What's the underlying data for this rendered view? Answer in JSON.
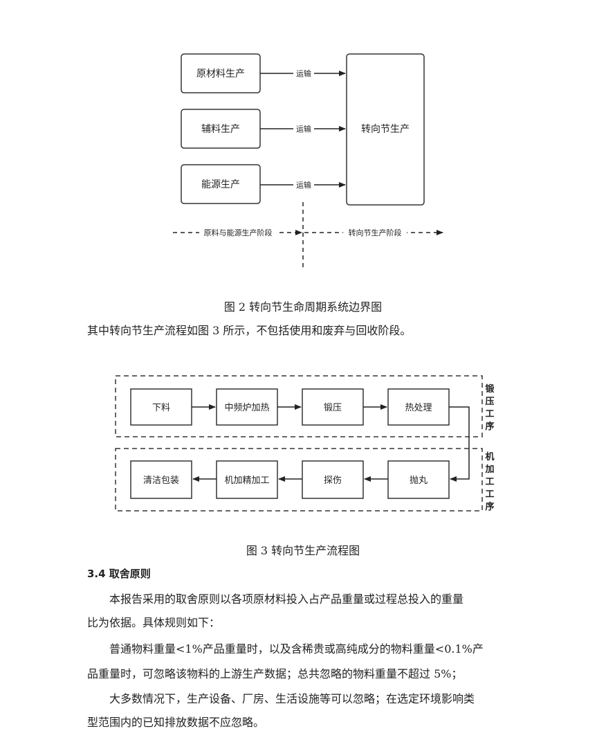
{
  "figure2": {
    "boxes": {
      "raw": "原材料生产",
      "aux": "辅料生产",
      "energy": "能源生产",
      "knuckle": "转向节生产"
    },
    "arrow_label": "运输",
    "stage_left": "原料与能源生产阶段",
    "stage_right": "转向节生产阶段",
    "caption": "图 2 转向节生命周期系统边界图"
  },
  "after_fig2_text": "其中转向节生产流程如图 3 所示，不包括使用和废弃与回收阶段。",
  "figure3": {
    "row1": [
      "下料",
      "中频炉加热",
      "锻压",
      "热处理"
    ],
    "row2": [
      "清洁包装",
      "机加精加工",
      "探伤",
      "抛丸"
    ],
    "group1": "锻压工序",
    "group2": "机加工工序",
    "caption": "图 3 转向节生产流程图"
  },
  "section": {
    "heading": "3.4 取舍原则",
    "p1_l1": "本报告采用的取舍原则以各项原材料投入占产品重量或过程总投入的重量",
    "p1_l2": "比为依据。具体规则如下：",
    "p2_l1": "普通物料重量<1%产品重量时，以及含稀贵或高纯成分的物料重量<0.1%产",
    "p2_l2": "品重量时，可忽略该物料的上游生产数据；总共忽略的物料重量不超过 5%；",
    "p3_l1": "大多数情况下，生产设备、厂房、生活设施等可以忽略；在选定环境影响类",
    "p3_l2": "型范围内的已知排放数据不应忽略。"
  }
}
